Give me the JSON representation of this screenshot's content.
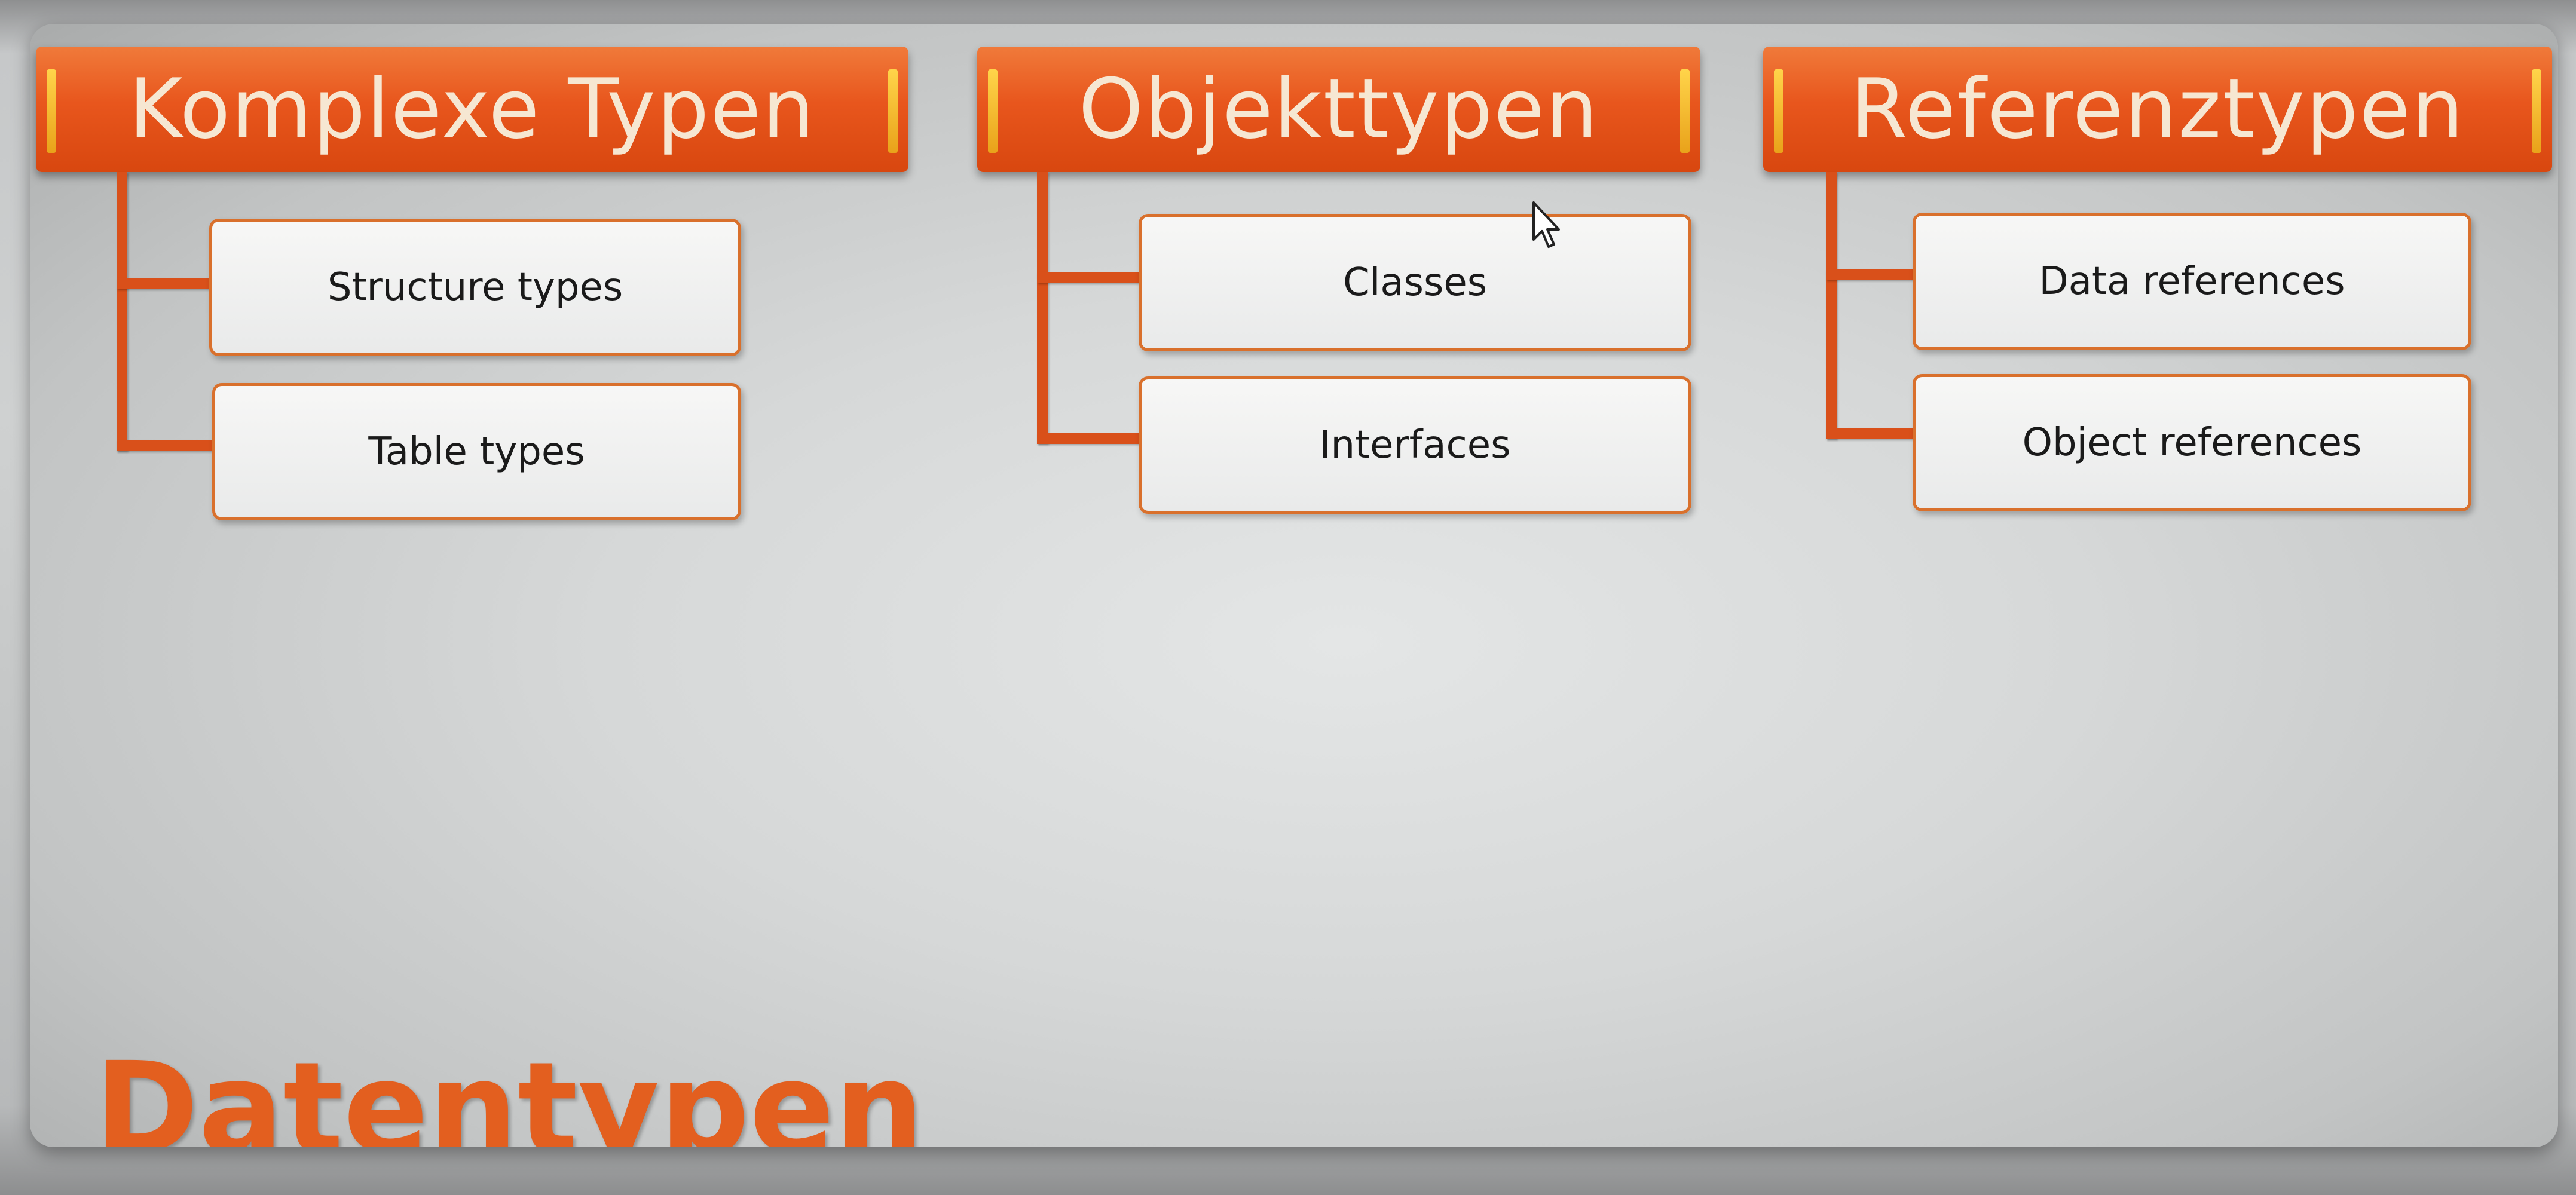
{
  "colors": {
    "header_orange": "#e8561d",
    "connector_orange": "#d9501a",
    "header_text": "#f6e7d2",
    "accent_yellow": "#ffd44a",
    "footer_orange": "#e35f1f"
  },
  "diagram": {
    "groups": [
      {
        "title": "Komplexe Typen",
        "items": [
          "Structure types",
          "Table types"
        ]
      },
      {
        "title": "Objekttypen",
        "items": [
          "Classes",
          "Interfaces"
        ]
      },
      {
        "title": "Referenztypen",
        "items": [
          "Data references",
          "Object references"
        ]
      }
    ]
  },
  "footer": {
    "title": "Datentypen"
  },
  "icons": {
    "cursor": "mouse-pointer-icon"
  }
}
